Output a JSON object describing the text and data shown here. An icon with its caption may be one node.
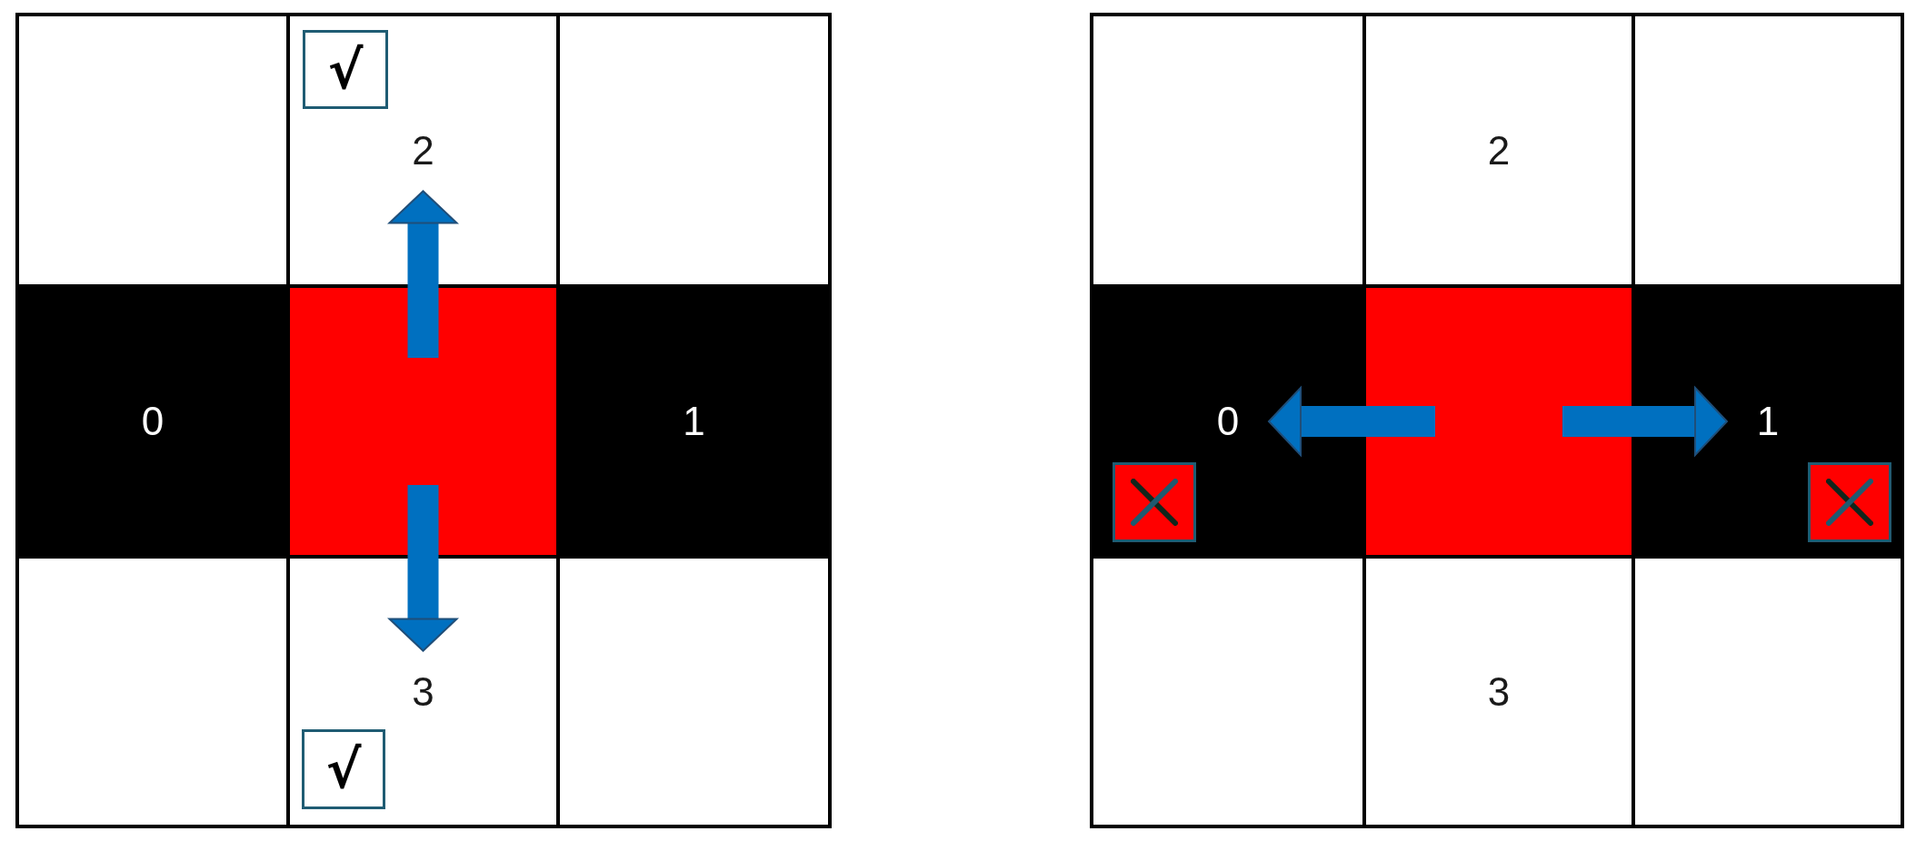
{
  "diagram": {
    "nodes": [
      {
        "text": [],
        "shape": "box"
      },
      {
        "text": [
          "2"
        ]
      },
      {
        "text": [
          "√"
        ],
        "in": 1
      },
      {
        "text": [],
        "shape": "box"
      },
      {
        "text": [
          "0"
        ]
      },
      {
        "text": [],
        "shape": "box"
      },
      {
        "text": [
          "1"
        ]
      },
      {
        "text": [],
        "shape": "box"
      },
      {
        "text": [
          "3"
        ]
      },
      {
        "text": [
          "√"
        ],
        "in": 8
      },
      {
        "text": [],
        "shape": "box"
      },
      {
        "text": [],
        "shape": "box"
      },
      {
        "text": [
          "2"
        ]
      },
      {
        "text": [],
        "shape": "box"
      },
      {
        "text": [
          "0"
        ]
      },
      {
        "text": [],
        "shape": "box",
        "in": 14
      },
      {
        "text": [],
        "shape": "box"
      },
      {
        "text": [
          "1"
        ]
      },
      {
        "text": [],
        "shape": "box",
        "in": 17
      },
      {
        "text": [],
        "shape": "box"
      },
      {
        "text": [
          "3"
        ]
      },
      {
        "text": [],
        "shape": "box"
      }
    ],
    "edges": [
      {
        "from": 5,
        "to": 1,
        "arrow": "to"
      },
      {
        "from": 5,
        "to": 8,
        "arrow": "to"
      },
      {
        "from": 16,
        "to": 14,
        "arrow": "to"
      },
      {
        "from": 16,
        "to": 17,
        "arrow": "to"
      }
    ]
  }
}
